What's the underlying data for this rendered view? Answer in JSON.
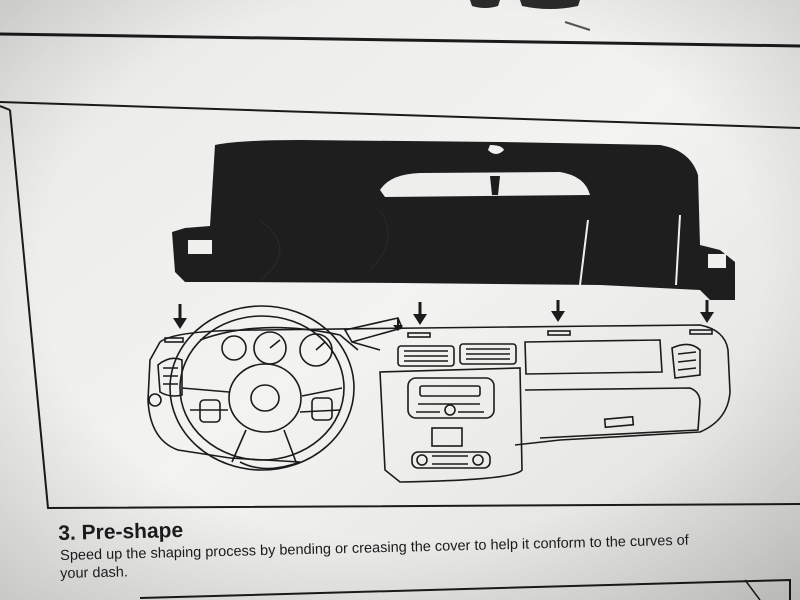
{
  "instruction": {
    "step_title": "3. Pre-shape",
    "step_text_line1": "Speed up the shaping process by bending or creasing the cover to help it conform to the curves of",
    "step_text_line2": "your dash."
  },
  "colors": {
    "paper": "#efefed",
    "ink": "#1b1b1b",
    "mat": "#1e1e1e",
    "background": "#dcdcda"
  },
  "illustration": {
    "subject": "dashboard-cover-mat-placement-diagram",
    "arrow_count": 5
  }
}
